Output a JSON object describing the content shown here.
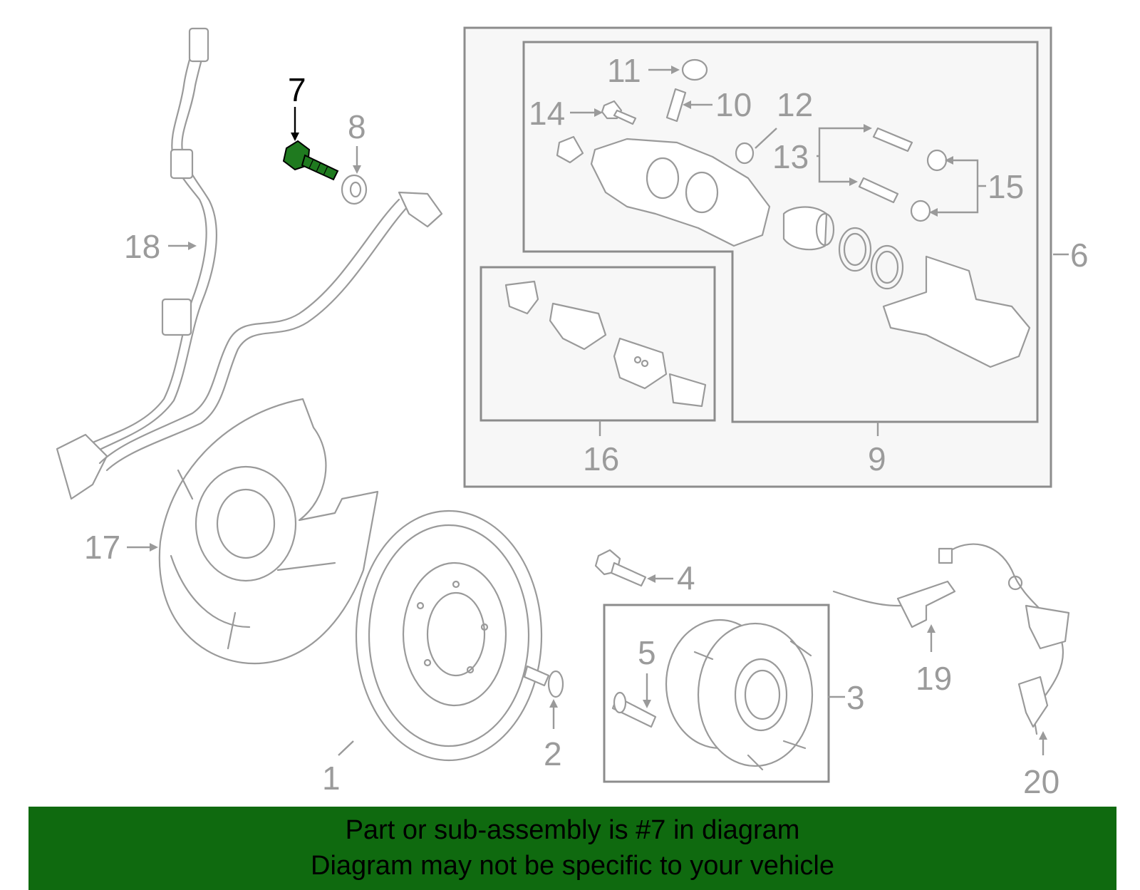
{
  "diagram": {
    "highlighted_part": "7",
    "callouts": [
      "1",
      "2",
      "3",
      "4",
      "5",
      "6",
      "7",
      "8",
      "9",
      "10",
      "11",
      "12",
      "13",
      "14",
      "15",
      "16",
      "17",
      "18",
      "19",
      "20"
    ]
  },
  "banner": {
    "line1": "Part or sub-assembly is #7 in diagram",
    "line2": "Diagram may not be specific to your vehicle"
  },
  "colors": {
    "banner": "#0f6a0f",
    "highlight": "#1f7a1f",
    "part_lines": "#9a9a9a",
    "box_fill": "#f7f7f7"
  }
}
